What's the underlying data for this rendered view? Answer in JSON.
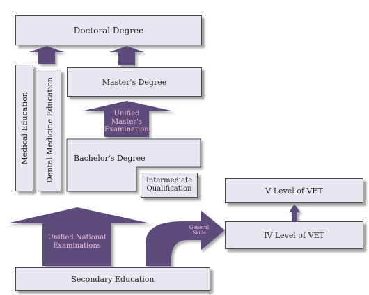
{
  "boxes": {
    "doctoral": "Doctoral Degree",
    "masters": "Master's Degree",
    "medical": "Medical Education",
    "dental": "Dental Medicine Education",
    "bachelors": "Bachelor's Degree",
    "intermediate": "Intermediate Qualification",
    "vet_v": "V Level of VET",
    "vet_iv": "IV Level of VET",
    "secondary": "Secondary Education"
  },
  "arrows": {
    "unified_masters": "Unified Master's Examinations",
    "unified_national": "Unified National Examinations",
    "general_skills": "General Skills"
  },
  "colors": {
    "arrow_fill": "#5d4c7c",
    "box_fill": "#e9e6f2",
    "arrow_text": "#f0c0d8"
  }
}
